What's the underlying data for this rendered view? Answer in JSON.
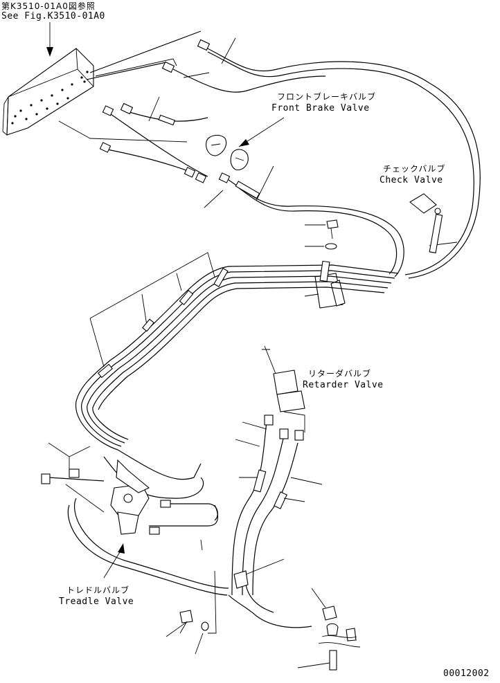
{
  "reference": {
    "jp": "第K3510-01A0図参照",
    "en": "See Fig.K3510-01A0"
  },
  "labels": {
    "front_brake_valve": {
      "jp": "フロントブレーキバルブ",
      "en": "Front Brake Valve"
    },
    "check_valve": {
      "jp": "チェックバルブ",
      "en": "Check Valve"
    },
    "retarder_valve": {
      "jp": "リターダバルブ",
      "en": "Retarder Valve"
    },
    "treadle_valve": {
      "jp": "トレドルバルブ",
      "en": "Treadle Valve"
    }
  },
  "drawing_number": "00012002"
}
